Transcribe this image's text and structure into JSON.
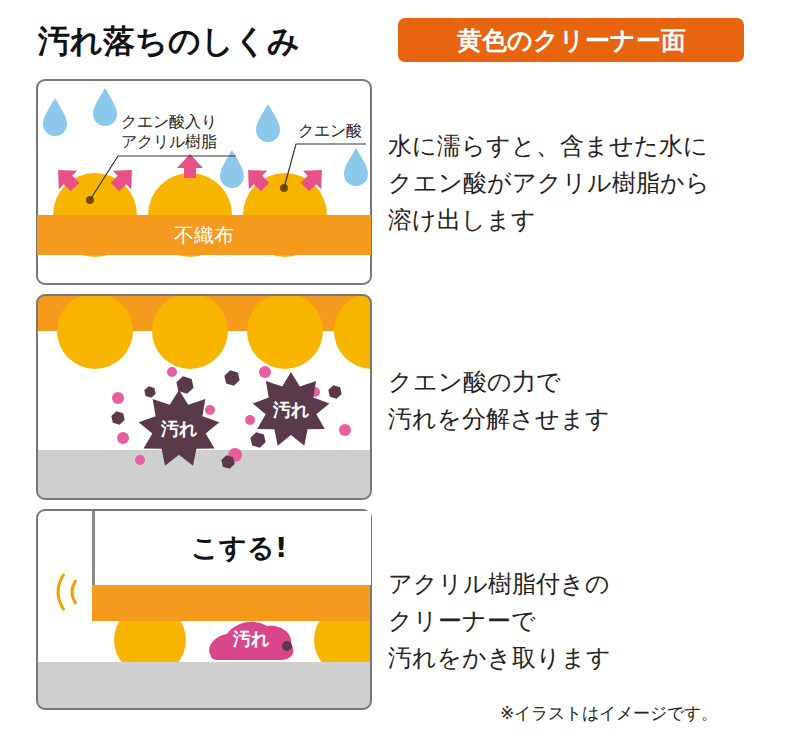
{
  "diagram": {
    "title": "汚れ落ちのしくみ",
    "nodes": [
      {
        "text": [
          "黄色のクリーナー面"
        ]
      },
      {
        "text": [
          "不織布"
        ]
      },
      {
        "text": [
          "汚れ"
        ]
      },
      {
        "text": [
          "汚れ"
        ]
      },
      {
        "text": [
          "こする!"
        ]
      },
      {
        "text": [
          "汚れ"
        ]
      }
    ],
    "labels": [
      "クエン酸入り アクリル樹脂",
      "クエン酸",
      "水に濡らすと、含ませた水に クエン酸がアクリル樹脂から 溶け出します",
      "クエン酸の力で 汚れを分解させます",
      "アクリル樹脂付きの クリーナーで 汚れをかき取ります",
      "※イラストはイメージです。"
    ]
  }
}
